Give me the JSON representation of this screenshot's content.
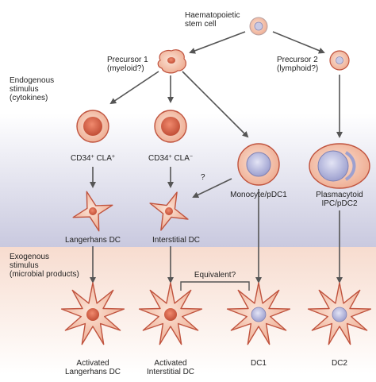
{
  "stem_cell": {
    "line1": "Haematopoietic",
    "line2": "stem cell"
  },
  "precursor1": {
    "line1": "Precursor 1",
    "line2": "(myeloid?)"
  },
  "precursor2": {
    "line1": "Precursor 2",
    "line2": "(lymphoid?)"
  },
  "endogenous": {
    "line1": "Endogenous",
    "line2": "stimulus",
    "line3": "(cytokines)"
  },
  "exogenous": {
    "line1": "Exogenous",
    "line2": "stimulus",
    "line3": "(microbial products)"
  },
  "cd34_cla_pos": {
    "base": "CD34",
    "sup1": "+",
    "mid": " CLA",
    "sup2": "+"
  },
  "cd34_cla_neg": {
    "base": "CD34",
    "sup1": "+",
    "mid": " CLA",
    "sup2": "−"
  },
  "question": "?",
  "monocyte": "Monocyte/pDC1",
  "plasmacytoid": {
    "line1": "Plasmacytoid",
    "line2": "IPC/pDC2"
  },
  "langerhans_dc": "Langerhans DC",
  "interstitial_dc": "Interstitial DC",
  "equivalent": "Equivalent?",
  "activated_langerhans": {
    "line1": "Activated",
    "line2": "Langerhans DC"
  },
  "activated_interstitial": {
    "line1": "Activated",
    "line2": "Interstitial DC"
  },
  "dc1": "DC1",
  "dc2": "DC2",
  "colors": {
    "cell_fill": "#f2c4ad",
    "cell_edge": "#c0533e",
    "nucleus": "#d96a50",
    "blue_nucleus": "#b9bde6",
    "band_pink": "#f7dccf",
    "band_blue": "#c9c9df",
    "arrow": "#555555"
  }
}
